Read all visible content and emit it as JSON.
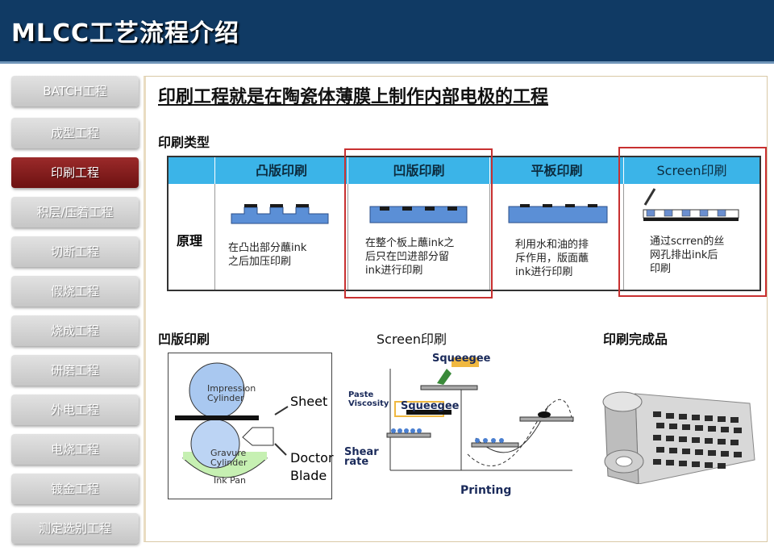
{
  "header": {
    "title": "MLCC工艺流程介绍"
  },
  "sidebar": {
    "items": [
      {
        "label": "BATCH工程"
      },
      {
        "label": "成型工程"
      },
      {
        "label": "印刷工程"
      },
      {
        "label": "积层/压着工程"
      },
      {
        "label": "切断工程"
      },
      {
        "label": "假烧工程"
      },
      {
        "label": "烧成工程"
      },
      {
        "label": "研磨工程"
      },
      {
        "label": "外电工程"
      },
      {
        "label": "电烧工程"
      },
      {
        "label": "镀金工程"
      },
      {
        "label": "测定选别工程"
      }
    ],
    "active_index": 2
  },
  "main": {
    "title": "印刷工程就是在陶瓷体薄膜上制作内部电极的工程",
    "types_label": "印刷类型",
    "table": {
      "headers": [
        "凸版印刷",
        "凹版印刷",
        "平板印刷",
        "Screen印刷"
      ],
      "row_label": "原理",
      "descriptions": [
        [
          "在凸出部分蘸ink",
          "之后加压印刷"
        ],
        [
          "在整个板上蘸ink之",
          "后只在凹进部分留",
          "ink进行印刷"
        ],
        [
          "利用水和油的排",
          "斥作用，版面蘸",
          "ink进行印刷"
        ],
        [
          "通过scrren的丝",
          "网孔排出ink后",
          "印刷"
        ]
      ]
    },
    "gravure": {
      "label": "凹版印刷",
      "impression": [
        "Impression",
        "Cylinder"
      ],
      "gravure_cyl": [
        "Gravure",
        "Cylinder"
      ],
      "ink_pan": "Ink Pan",
      "sheet": "Sheet",
      "doctor": [
        "Doctor",
        "Blade"
      ]
    },
    "screen": {
      "label": "Screen印刷",
      "squeegee_top": "Squeegee",
      "squeegee_mid": "Squeegee",
      "paste": [
        "Paste",
        "Viscosity"
      ],
      "shear": "Shear",
      "rate": "rate",
      "printing": "Printing"
    },
    "finished": {
      "label": "印刷完成品"
    }
  },
  "colors": {
    "header": "#103a64",
    "table_header": "#3bb4e8",
    "active_nav": "#8a1f1f",
    "highlight": "#c83030"
  }
}
